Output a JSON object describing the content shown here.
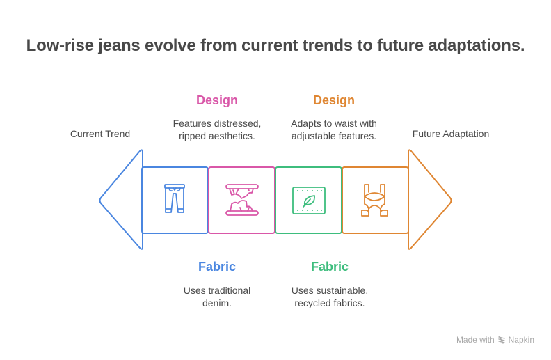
{
  "title": "Low-rise jeans evolve from current trends to future adaptations.",
  "ends": {
    "left": "Current Trend",
    "right": "Future Adaptation"
  },
  "steps": [
    {
      "heading": "Fabric",
      "text_line1": "Uses traditional",
      "text_line2": "denim.",
      "position": "bottom",
      "color": "#4a86e0",
      "icon": "pants-icon"
    },
    {
      "heading": "Design",
      "text_line1": "Features distressed,",
      "text_line2": "ripped aesthetics.",
      "position": "top",
      "color": "#d957a8",
      "icon": "ripped-fabric-icon"
    },
    {
      "heading": "Fabric",
      "text_line1": "Uses sustainable,",
      "text_line2": "recycled fabrics.",
      "position": "bottom",
      "color": "#3dbd7d",
      "icon": "eco-fabric-leaf-icon"
    },
    {
      "heading": "Design",
      "text_line1": "Adapts to waist with",
      "text_line2": "adjustable features.",
      "position": "top",
      "color": "#df8632",
      "icon": "adjustable-waist-icon"
    }
  ],
  "footer": {
    "made_with": "Made with",
    "brand": "Napkin",
    "icon": "napkin-logo-icon"
  }
}
